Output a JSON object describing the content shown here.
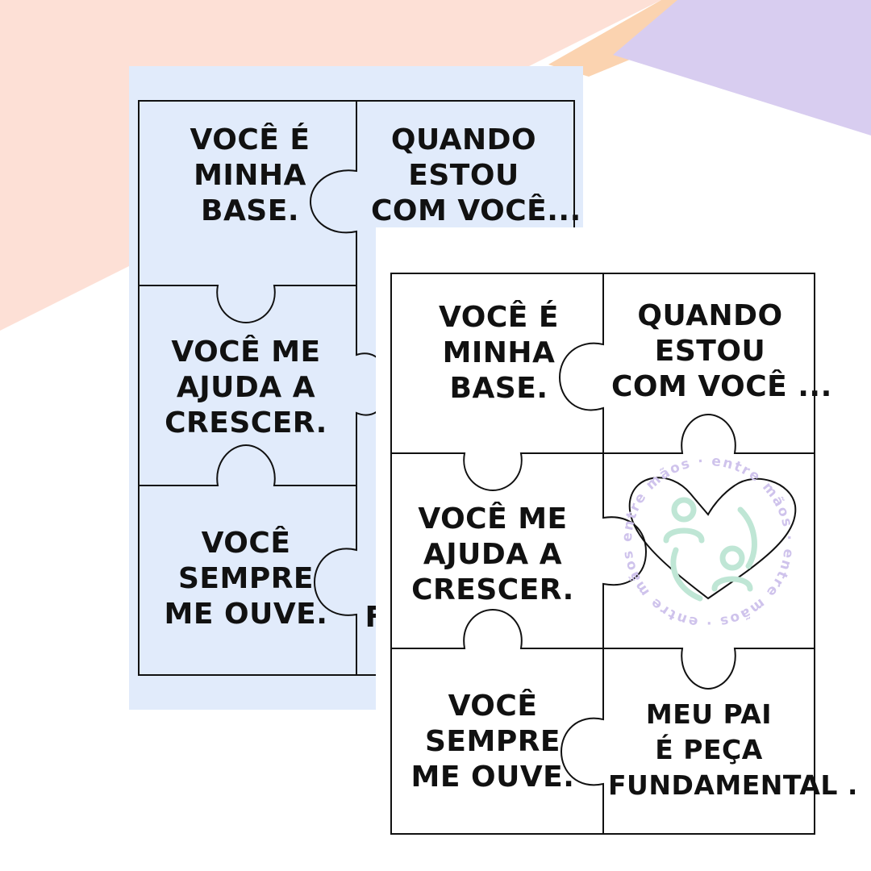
{
  "colors": {
    "peach": "#fde0d6",
    "lavender": "#d8cdf0",
    "orange_stripe": "#fbd3b0",
    "back_sheet": "#e1ebfb",
    "front_sheet": "#ffffff",
    "ink": "#111111",
    "logo_green": "#bfe6d5",
    "logo_purple": "#cfc3ec"
  },
  "back_sheet": {
    "pieces": [
      {
        "lines": [
          "VOCÊ É",
          "MINHA",
          "BASE."
        ]
      },
      {
        "lines": [
          "QUANDO",
          "ESTOU",
          "COM VOCÊ..."
        ]
      },
      {
        "lines": [
          "VOCÊ ME",
          "AJUDA A",
          "CRESCER."
        ]
      },
      {
        "lines": [
          "VOCÊ",
          "SEMPRE",
          "ME OUVE."
        ]
      },
      {
        "lines": [
          "F"
        ]
      }
    ]
  },
  "front_sheet": {
    "pieces": [
      {
        "lines": [
          "VOCÊ É",
          "MINHA",
          "BASE."
        ]
      },
      {
        "lines": [
          "QUANDO",
          "ESTOU",
          "COM VOCÊ ..."
        ]
      },
      {
        "lines": [
          "VOCÊ ME",
          "AJUDA A",
          "CRESCER."
        ]
      },
      {
        "lines": [
          "VOCÊ",
          "SEMPRE",
          "ME OUVE."
        ]
      },
      {
        "lines": [
          "MEU PAI",
          "É PEÇA",
          "FUNDAMENTAL ."
        ]
      }
    ],
    "logo": {
      "ring_text": "entre mãos · entre mãos · entre mãos · entre mãos ·",
      "icon": "heart-people-logo-icon"
    }
  }
}
